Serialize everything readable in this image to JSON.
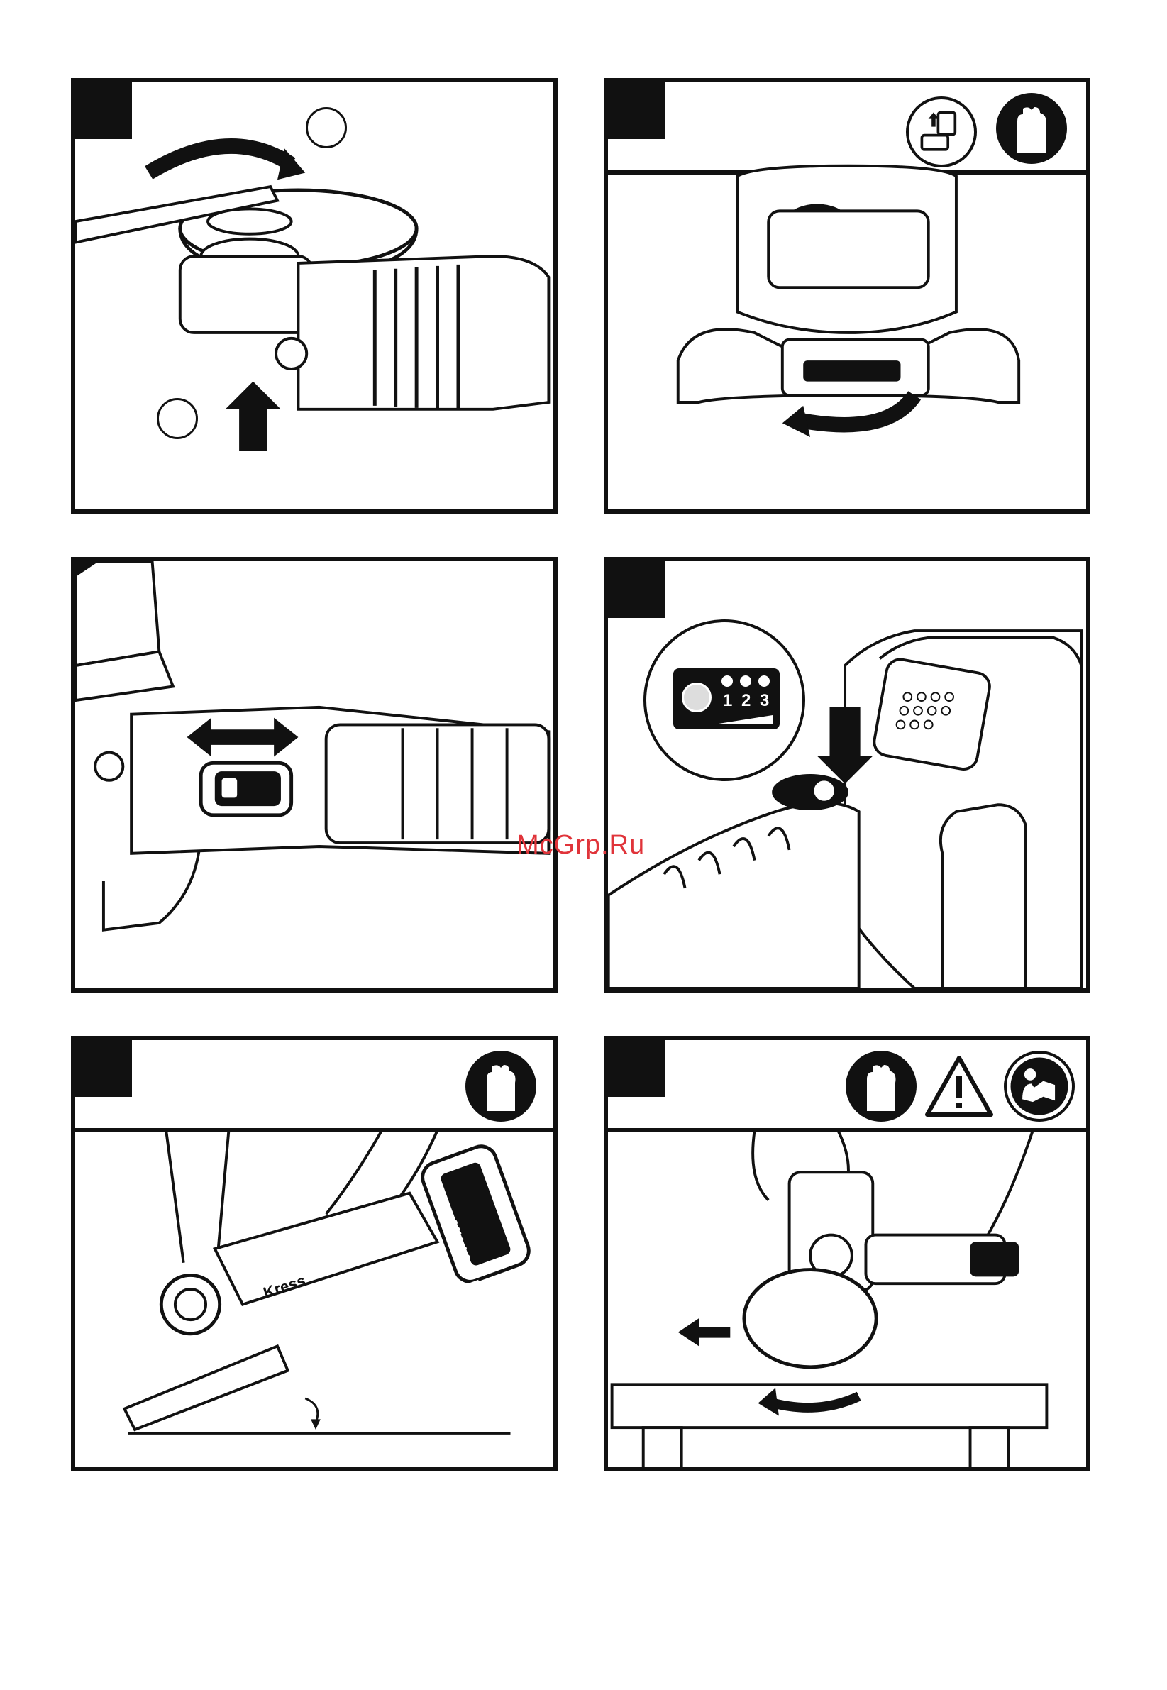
{
  "watermark": "McGrp.Ru",
  "panels": [
    {
      "id": 1,
      "icons": []
    },
    {
      "id": 2,
      "icons": [
        "battery-remove-icon",
        "gloves-icon"
      ]
    },
    {
      "id": 3,
      "icons": []
    },
    {
      "id": 4,
      "icons": [],
      "indicator_labels": [
        "1",
        "2",
        "3"
      ]
    },
    {
      "id": 5,
      "icons": [
        "gloves-icon"
      ],
      "battery_label": "20V 4.0Ah POWERSHARE",
      "brand_label": "Kress"
    },
    {
      "id": 6,
      "icons": [
        "gloves-icon",
        "warning-icon",
        "read-manual-icon"
      ]
    }
  ],
  "colors": {
    "ink": "#111111",
    "watermark": "#e0343a"
  }
}
